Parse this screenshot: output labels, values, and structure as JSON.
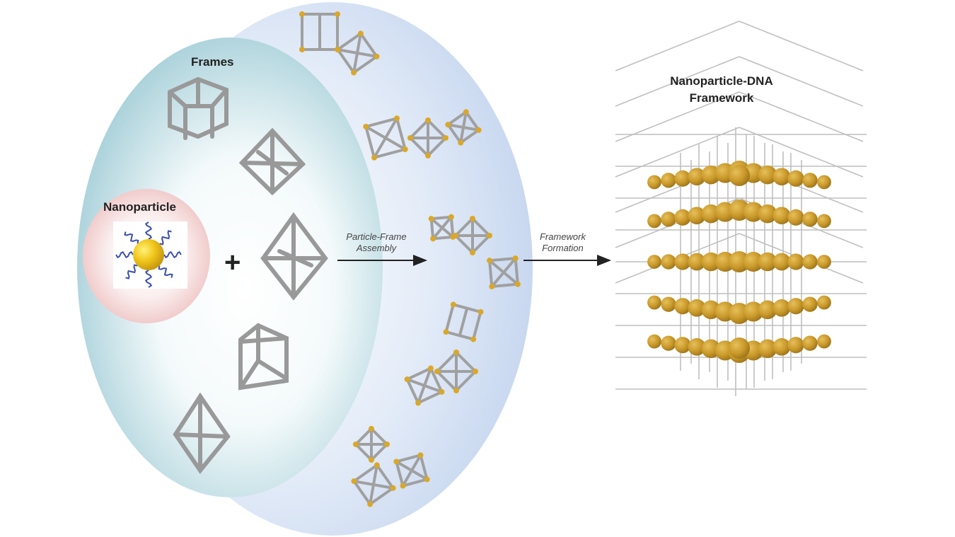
{
  "figure": {
    "labels": {
      "frames": "Frames",
      "nanoparticle": "Nanoparticle",
      "plus": "+",
      "step1_line1": "Particle-Frame",
      "step1_line2": "Assembly",
      "step2_line1": "Framework",
      "step2_line2": "Formation",
      "result_line1": "Nanoparticle-DNA",
      "result_line2": "Framework"
    },
    "frame_types": [
      "cube",
      "octahedron",
      "elongated-square-bipyramid",
      "triangular-prism",
      "triangular-bipyramid"
    ],
    "assembly_clusters": [
      "cube-octahedron cluster",
      "tetrahedra-octahedron chain",
      "octahedron-bipyramid chain",
      "cube-prism chain",
      "octahedron-bipyramid cluster"
    ],
    "colors": {
      "outer_region": "#c8d8ef",
      "inner_region": "#a9d2da",
      "nanoparticle_halo": "#f3d3d3",
      "gold": "#d9a82a",
      "frame": "#9a9a9a",
      "dna": "#3b4fb0",
      "text": "#222222"
    }
  }
}
